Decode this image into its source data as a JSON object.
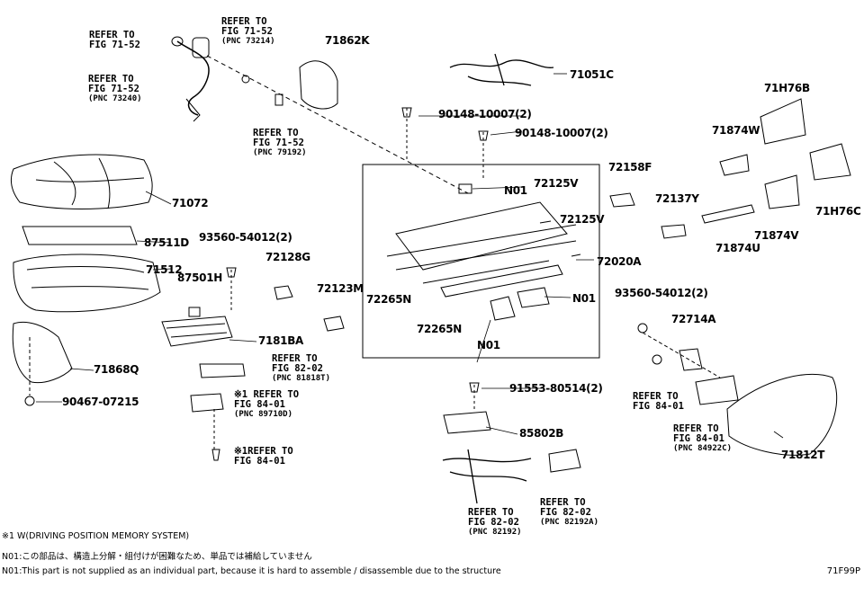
{
  "parts": {
    "p71862K": "71862K",
    "p71051C": "71051C",
    "p71H76B": "71H76B",
    "p90148a": "90148-10007(2)",
    "p90148b": "90148-10007(2)",
    "p71874W": "71874W",
    "p71072": "71072",
    "p72158F": "72158F",
    "pN01a": "N01",
    "p72125Va": "72125V",
    "p72125Vb": "72125V",
    "p72137Y": "72137Y",
    "p71H76C": "71H76C",
    "p87511D": "87511D",
    "p93560a": "93560-54012(2)",
    "p72128G": "72128G",
    "p71512": "71512",
    "p72020A": "72020A",
    "p71874U": "71874U",
    "p71874V": "71874V",
    "p87501H": "87501H",
    "p72123M": "72123M",
    "p72265Na": "72265N",
    "pN01b": "N01",
    "p93560b": "93560-54012(2)",
    "p72265Nb": "72265N",
    "p72714A": "72714A",
    "p7181BA": "7181BA",
    "pN01c": "N01",
    "p71868Q": "71868Q",
    "p91553": "91553-80514(2)",
    "p90467": "90467-07215",
    "p85802B": "85802B",
    "p71812T": "71812T"
  },
  "refs": {
    "r1": {
      "l1": "REFER TO",
      "l2": "FIG 71-52",
      "l3": ""
    },
    "r2": {
      "l1": "REFER TO",
      "l2": "FIG 71-52",
      "l3": "(PNC 73214)"
    },
    "r3": {
      "l1": "REFER TO",
      "l2": "FIG 71-52",
      "l3": "(PNC 73240)"
    },
    "r4": {
      "l1": "REFER TO",
      "l2": "FIG 71-52",
      "l3": "(PNC 79192)"
    },
    "r5": {
      "l1": "REFER TO",
      "l2": "FIG 82-02",
      "l3": "(PNC 81818T)"
    },
    "r6": {
      "l1": "※1 REFER TO",
      "l2": "FIG 84-01",
      "l3": "(PNC 89710D)"
    },
    "r7": {
      "l1": "※1REFER TO",
      "l2": "FIG 84-01",
      "l3": ""
    },
    "r8": {
      "l1": "REFER TO",
      "l2": "FIG 84-01",
      "l3": ""
    },
    "r9": {
      "l1": "REFER TO",
      "l2": "FIG 84-01",
      "l3": "(PNC 84922C)"
    },
    "r10": {
      "l1": "REFER TO",
      "l2": "FIG 82-02",
      "l3": "(PNC 82192)"
    },
    "r11": {
      "l1": "REFER TO",
      "l2": "FIG 82-02",
      "l3": "(PNC 82192A)"
    }
  },
  "notes": {
    "n1": "※1 W(DRIVING POSITION MEMORY SYSTEM)",
    "n2": "N01:この部品は、構造上分解・組付けが困難なため、単品では補給していません",
    "n3": "N01:This part is not supplied as an individual part, because it is hard to assemble / disassemble due to the structure"
  },
  "figure_code": "71F99P"
}
